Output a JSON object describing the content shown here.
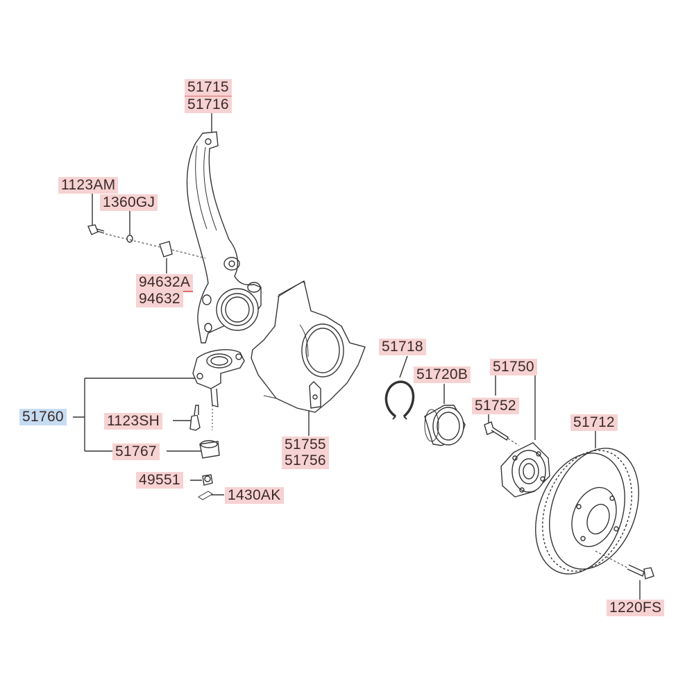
{
  "parts": {
    "p51715": "51715",
    "p51716": "51716",
    "p1123AM": "1123AM",
    "p1360GJ": "1360GJ",
    "p94632A": "94632A",
    "p94632": "94632",
    "p51760": "51760",
    "p1123SH": "1123SH",
    "p51767": "51767",
    "p49551": "49551",
    "p1430AK": "1430AK",
    "p51755": "51755",
    "p51756": "51756",
    "p51718": "51718",
    "p51720B": "51720B",
    "p51750": "51750",
    "p51752": "51752",
    "p51712": "51712",
    "p1220FS": "1220FS"
  },
  "colors": {
    "label_bg": "#f7d2d2",
    "selected_label_bg": "#c6dcf2",
    "line": "#333333"
  }
}
